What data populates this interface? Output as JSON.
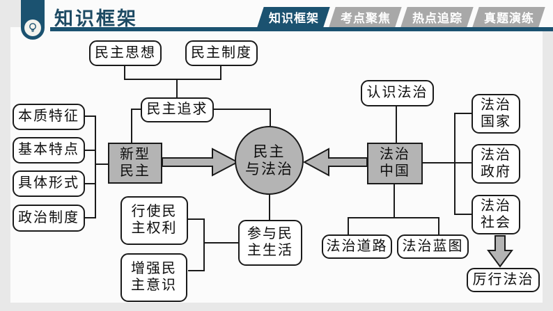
{
  "header": {
    "title": "知识框架",
    "icon": "lightbulb",
    "tabs": [
      {
        "label": "知识框架",
        "active": true
      },
      {
        "label": "考点聚焦",
        "active": false
      },
      {
        "label": "热点追踪",
        "active": false
      },
      {
        "label": "真题演练",
        "active": false
      }
    ]
  },
  "colors": {
    "accent": "#1b5270",
    "tab_inactive": "#a8a8a8",
    "node_gray": "#b4b4b4",
    "line": "#1a1a1a"
  },
  "diagram": {
    "center": {
      "line1": "民主",
      "line2": "与法治"
    },
    "nodes": {
      "minzhu_sixiang": "民主思想",
      "minzhu_zhidu": "民主制度",
      "minzhu_zhuiqiu": "民主追求",
      "benzhi_tezheng": "本质特征",
      "jiben_tedian": "基本特点",
      "juti_xingshi": "具体形式",
      "zhengzhi_zhidu": "政治制度",
      "xinxing_minzhu": {
        "line1": "新型",
        "line2": "民主"
      },
      "xingshi_minzhu_quanli": {
        "line1": "行使民",
        "line2": "主权利"
      },
      "zengqiang_minzhu_yishi": {
        "line1": "增强民",
        "line2": "主意识"
      },
      "canyu_minzhu_shenghuo": {
        "line1": "参与民",
        "line2": "主生活"
      },
      "renshi_fazhi": "认识法治",
      "fazhi_zhongguo": {
        "line1": "法治",
        "line2": "中国"
      },
      "fazhi_guojia": {
        "line1": "法治",
        "line2": "国家"
      },
      "fazhi_zhengfu": {
        "line1": "法治",
        "line2": "政府"
      },
      "fazhi_shehui": {
        "line1": "法治",
        "line2": "社会"
      },
      "fazhi_daolu": "法治道路",
      "fazhi_lantu": "法治蓝图",
      "lixing_fazhi": "厉行法治"
    }
  }
}
